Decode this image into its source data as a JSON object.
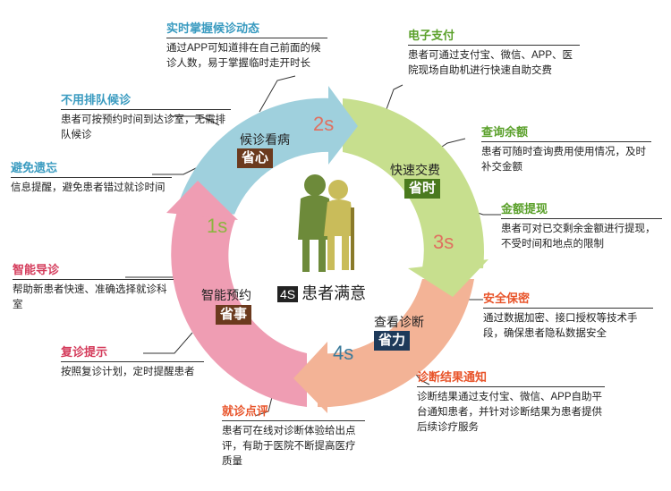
{
  "segments": [
    {
      "id": "s1",
      "label": "智能预约",
      "badge": "省事",
      "number": "1s",
      "color": "#ef9db3",
      "badge_color": "#6b3a1e",
      "number_color": "#8cb540"
    },
    {
      "id": "s2",
      "label": "候诊看病",
      "badge": "省心",
      "number": "2s",
      "color": "#9fd0dd",
      "badge_color": "#6b3a1e",
      "number_color": "#e07060"
    },
    {
      "id": "s3",
      "label": "快速交费",
      "badge": "省时",
      "number": "3s",
      "color": "#c7df8e",
      "badge_color": "#4a7a1e",
      "number_color": "#e07060"
    },
    {
      "id": "s4",
      "label": "查看诊断",
      "badge": "省力",
      "number": "4s",
      "color": "#f3b396",
      "badge_color": "#1e3a5a",
      "number_color": "#3a7a9a"
    }
  ],
  "center": {
    "box": "4S",
    "title": "患者满意"
  },
  "callouts": [
    {
      "id": "c1",
      "title": "实时掌握候诊动态",
      "title_color": "#3a9bc0",
      "body": "通过APP可知道排在自己前面的候诊人数，易于掌握临时走开时长"
    },
    {
      "id": "c2",
      "title": "不用排队候诊",
      "title_color": "#3a9bc0",
      "body": "患者可按预约时间到达诊室，无需排队候诊"
    },
    {
      "id": "c3",
      "title": "避免遗忘",
      "title_color": "#3a9bc0",
      "body": "信息提醒，避免患者错过就诊时间"
    },
    {
      "id": "c4",
      "title": "智能导诊",
      "title_color": "#d43a5a",
      "body": "帮助新患者快速、准确选择就诊科室"
    },
    {
      "id": "c5",
      "title": "复诊提示",
      "title_color": "#d43a5a",
      "body": "按照复诊计划，定时提醒患者"
    },
    {
      "id": "c6",
      "title": "就诊点评",
      "title_color": "#e8542a",
      "body": "患者可在线对诊断体验给出点评，有助于医院不断提高医疗质量"
    },
    {
      "id": "c7",
      "title": "电子支付",
      "title_color": "#5aa02a",
      "body": "患者可通过支付宝、微信、APP、医院现场自助机进行快速自助交费"
    },
    {
      "id": "c8",
      "title": "查询余额",
      "title_color": "#5aa02a",
      "body": "患者可随时查询费用使用情况，及时补交金额"
    },
    {
      "id": "c9",
      "title": "金额提现",
      "title_color": "#5aa02a",
      "body": "患者可对已交剩余金额进行提现，不受时间和地点的限制"
    },
    {
      "id": "c10",
      "title": "安全保密",
      "title_color": "#e8542a",
      "body": "通过数据加密、接口授权等技术手段，确保患者隐私数据安全"
    },
    {
      "id": "c11",
      "title": "诊断结果通知",
      "title_color": "#e8542a",
      "body": "诊断结果通过支付宝、微信、APP自助平台通知患者，并针对诊断结果为患者提供后续诊疗服务"
    }
  ]
}
